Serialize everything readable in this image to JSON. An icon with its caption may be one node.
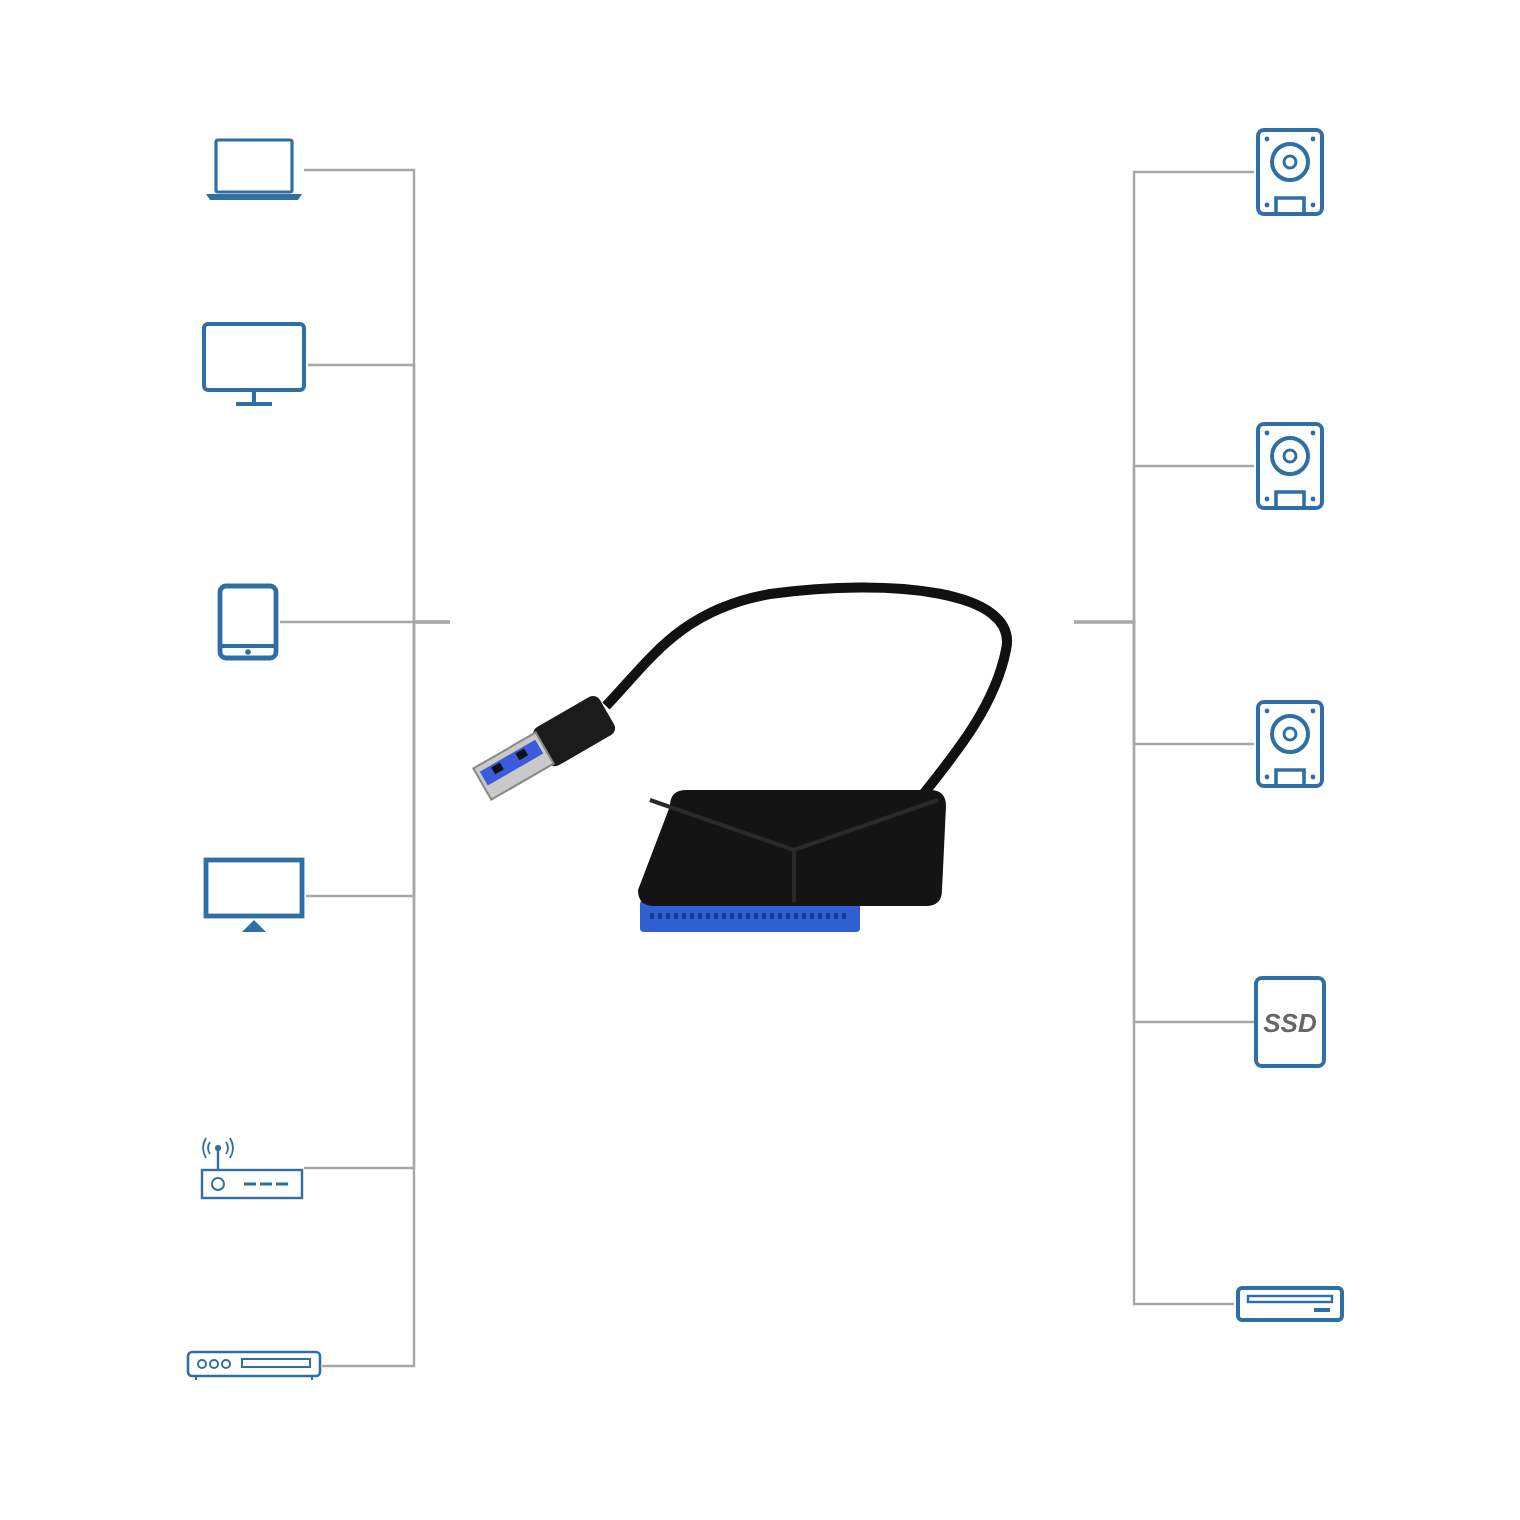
{
  "diagram": {
    "nodes": [
      {
        "text": [],
        "shape": "laptop"
      },
      {
        "text": [],
        "shape": "monitor"
      },
      {
        "text": [],
        "shape": "tablet"
      },
      {
        "text": [],
        "shape": "television"
      },
      {
        "text": [],
        "shape": "router"
      },
      {
        "text": [],
        "shape": "player"
      },
      {
        "text": [],
        "shape": "adapter"
      },
      {
        "text": [],
        "shape": "disk"
      },
      {
        "text": [],
        "shape": "disk"
      },
      {
        "text": [],
        "shape": "disk"
      },
      {
        "text": [
          "SSD"
        ]
      },
      {
        "text": [],
        "shape": "drive"
      }
    ],
    "edges": [
      {
        "from": 0,
        "to": 6,
        "arrow": "none"
      },
      {
        "from": 1,
        "to": 6,
        "arrow": "none"
      },
      {
        "from": 2,
        "to": 6,
        "arrow": "none"
      },
      {
        "from": 3,
        "to": 6,
        "arrow": "none"
      },
      {
        "from": 4,
        "to": 6,
        "arrow": "none"
      },
      {
        "from": 5,
        "to": 6,
        "arrow": "none"
      },
      {
        "from": 6,
        "to": 7,
        "arrow": "none"
      },
      {
        "from": 6,
        "to": 8,
        "arrow": "none"
      },
      {
        "from": 6,
        "to": 9,
        "arrow": "none"
      },
      {
        "from": 6,
        "to": 10,
        "arrow": "none"
      },
      {
        "from": 6,
        "to": 11,
        "arrow": "none"
      }
    ]
  }
}
